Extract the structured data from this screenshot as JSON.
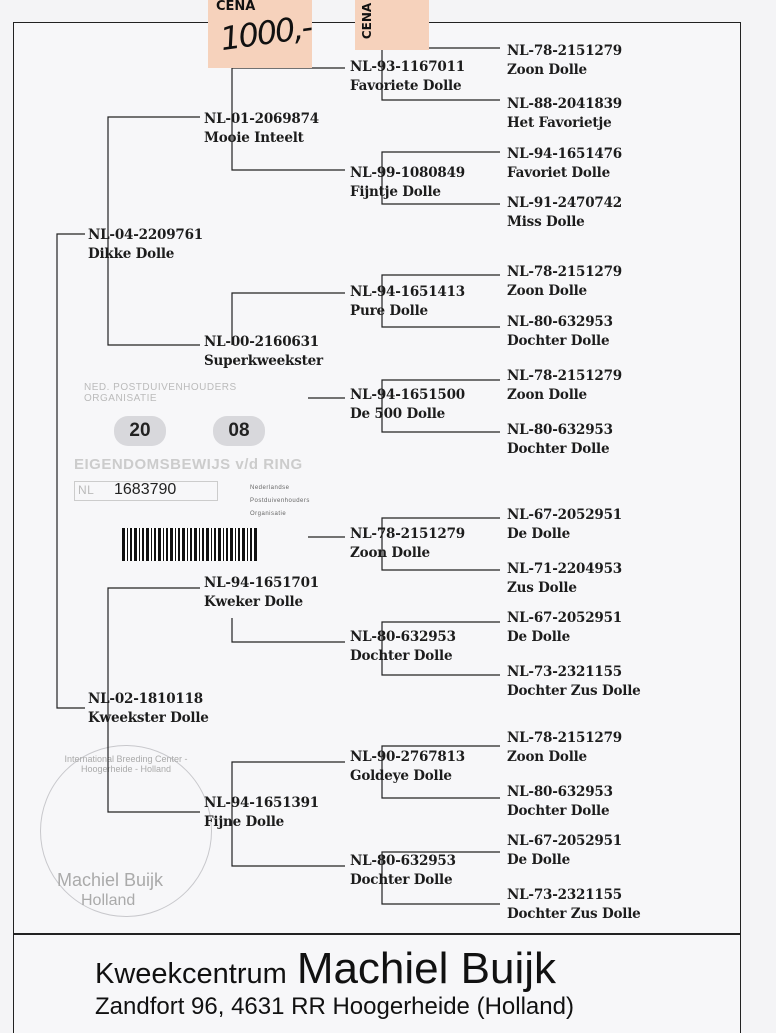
{
  "price_sticker": {
    "label": "CENA",
    "price": "1000,-"
  },
  "price_sticker_2": {
    "label": "CENA"
  },
  "pedigree": {
    "gen1": [
      {
        "ring": "NL-04-2209761",
        "name": "Dikke Dolle"
      },
      {
        "ring": "NL-02-1810118",
        "name": "Kweekster Dolle"
      }
    ],
    "gen2": [
      {
        "ring": "NL-01-2069874",
        "name": "Mooie Inteelt"
      },
      {
        "ring": "NL-00-2160631",
        "name": "Superkweekster"
      },
      {
        "ring": "NL-94-1651701",
        "name": "Kweker Dolle"
      },
      {
        "ring": "NL-94-1651391",
        "name": "Fijne Dolle"
      }
    ],
    "gen3": [
      {
        "ring": "NL-93-1167011",
        "name": "Favoriete Dolle"
      },
      {
        "ring": "NL-99-1080849",
        "name": "Fijntje Dolle"
      },
      {
        "ring": "NL-94-1651413",
        "name": "Pure Dolle"
      },
      {
        "ring": "NL-94-1651500",
        "name": "De 500 Dolle"
      },
      {
        "ring": "NL-78-2151279",
        "name": "Zoon Dolle"
      },
      {
        "ring": "NL-80-632953",
        "name": "Dochter Dolle"
      },
      {
        "ring": "NL-90-2767813",
        "name": "Goldeye Dolle"
      },
      {
        "ring": "NL-80-632953",
        "name": "Dochter Dolle"
      }
    ],
    "gen4": [
      {
        "ring": "NL-78-2151279",
        "name": "Zoon Dolle"
      },
      {
        "ring": "NL-88-2041839",
        "name": "Het Favorietje"
      },
      {
        "ring": "NL-94-1651476",
        "name": "Favoriet Dolle"
      },
      {
        "ring": "NL-91-2470742",
        "name": "Miss Dolle"
      },
      {
        "ring": "NL-78-2151279",
        "name": "Zoon Dolle"
      },
      {
        "ring": "NL-80-632953",
        "name": "Dochter Dolle"
      },
      {
        "ring": "NL-78-2151279",
        "name": "Zoon Dolle"
      },
      {
        "ring": "NL-80-632953",
        "name": "Dochter Dolle"
      },
      {
        "ring": "NL-67-2052951",
        "name": "De Dolle"
      },
      {
        "ring": "NL-71-2204953",
        "name": "Zus Dolle"
      },
      {
        "ring": "NL-67-2052951",
        "name": "De Dolle"
      },
      {
        "ring": "NL-73-2321155",
        "name": "Dochter Zus Dolle"
      },
      {
        "ring": "NL-78-2151279",
        "name": "Zoon Dolle"
      },
      {
        "ring": "NL-80-632953",
        "name": "Dochter Dolle"
      },
      {
        "ring": "NL-67-2052951",
        "name": "De Dolle"
      },
      {
        "ring": "NL-73-2321155",
        "name": "Dochter Zus Dolle"
      }
    ]
  },
  "ownership_card": {
    "org": "NED. POSTDUIVENHOUDERS ORGANISATIE",
    "year_left": "20",
    "year_right": "08",
    "title": "EIGENDOMSBEWIJS v/d RING",
    "country": "NL",
    "number": "1683790",
    "logo_lines": [
      "Nederlandse",
      "Postduivenhouders",
      "Organisatie"
    ]
  },
  "seal": {
    "ring_text": "International Breeding Center - Hoogerheide - Holland",
    "name": "Machiel Buijk",
    "country": "Holland"
  },
  "footer": {
    "prefix": "Kweekcentrum",
    "name": "Machiel Buijk",
    "address": "Zandfort 96,  4631 RR Hoogerheide (Holland)"
  }
}
